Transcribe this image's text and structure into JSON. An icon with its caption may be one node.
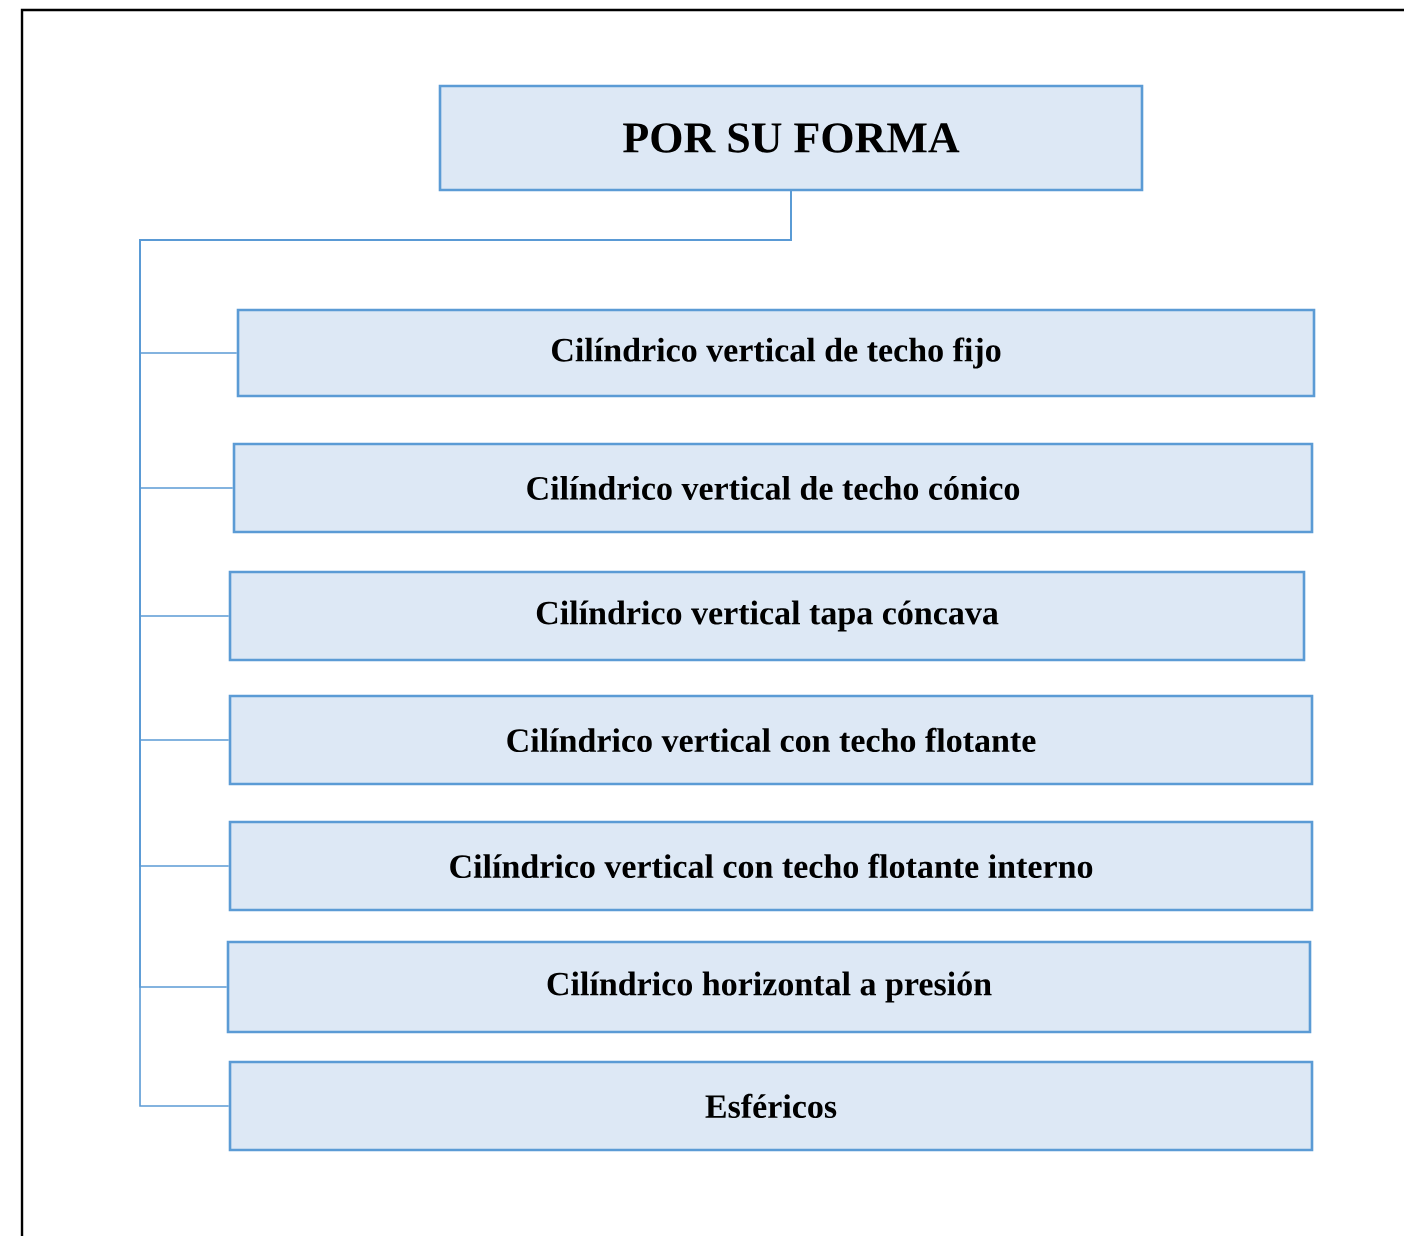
{
  "diagram": {
    "nodes": [
      {
        "text": [
          "POR SU FORMA"
        ]
      },
      {
        "text": [
          "Cilíndrico vertical de techo fijo"
        ]
      },
      {
        "text": [
          "Cilíndrico vertical de techo cónico"
        ]
      },
      {
        "text": [
          "Cilíndrico vertical tapa cóncava"
        ]
      },
      {
        "text": [
          "Cilíndrico vertical con techo flotante"
        ]
      },
      {
        "text": [
          "Cilíndrico vertical con techo flotante interno"
        ]
      },
      {
        "text": [
          "Cilíndrico horizontal a presión"
        ]
      },
      {
        "text": [
          "Esféricos"
        ]
      }
    ],
    "edges": [
      {
        "from": 0,
        "to": 1,
        "arrow": "none"
      },
      {
        "from": 0,
        "to": 2,
        "arrow": "none"
      },
      {
        "from": 0,
        "to": 3,
        "arrow": "none"
      },
      {
        "from": 0,
        "to": 4,
        "arrow": "none"
      },
      {
        "from": 0,
        "to": 5,
        "arrow": "none"
      },
      {
        "from": 0,
        "to": 6,
        "arrow": "none"
      },
      {
        "from": 0,
        "to": 7,
        "arrow": "none"
      }
    ]
  }
}
